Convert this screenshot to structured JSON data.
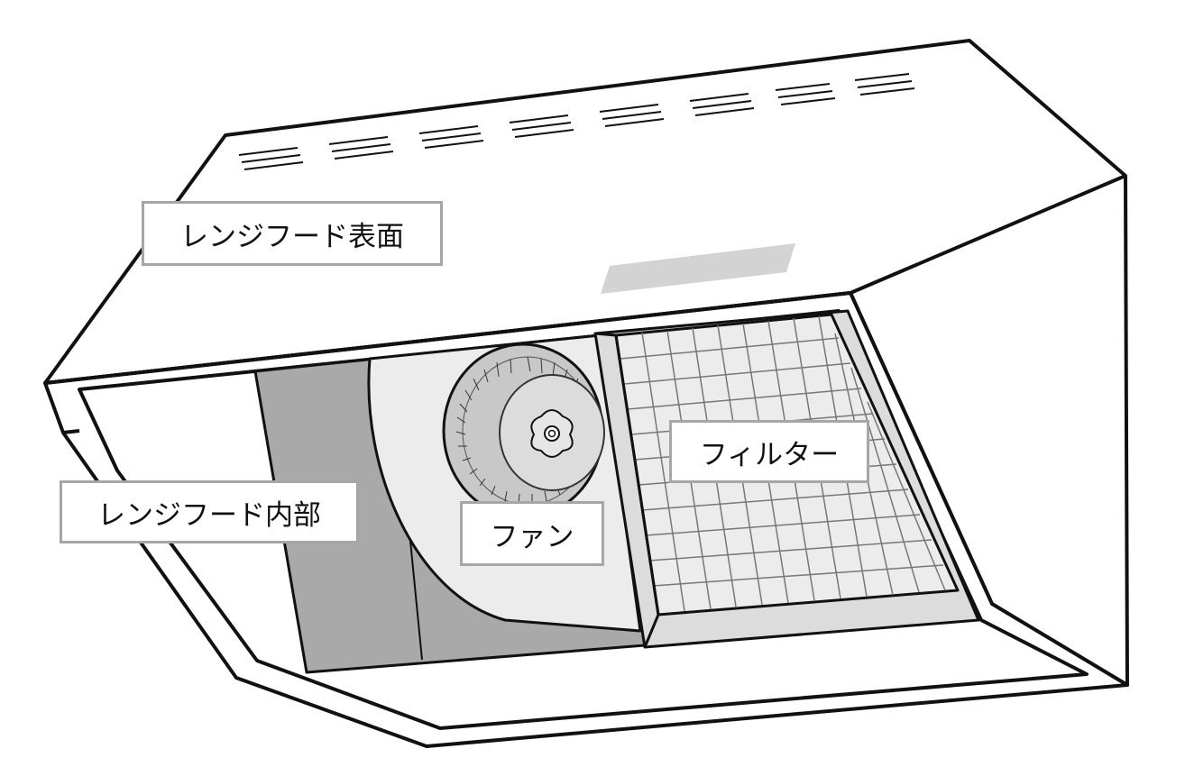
{
  "labels": {
    "hood_surface": "レンジフード表面",
    "hood_interior": "レンジフード内部",
    "fan": "ファン",
    "filter": "フィルター"
  },
  "colors": {
    "outline": "#111111",
    "panel_gray": "#d3d3d3",
    "interior_gray": "#a9a9a9",
    "filter_fill": "#ececec",
    "label_border": "#a6a6a6"
  }
}
